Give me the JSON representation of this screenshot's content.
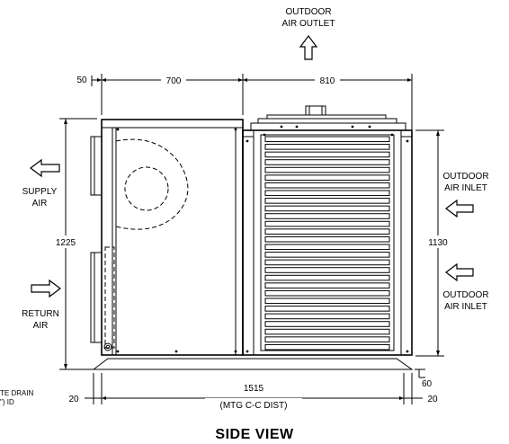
{
  "labels": {
    "outdoor_air_outlet_line1": "OUTDOOR",
    "outdoor_air_outlet_line2": "AIR OUTLET",
    "supply_air_line1": "SUPPLY",
    "supply_air_line2": "AIR",
    "return_air_line1": "RETURN",
    "return_air_line2": "AIR",
    "outdoor_air_inlet_upper_line1": "OUTDOOR",
    "outdoor_air_inlet_upper_line2": "AIR INLET",
    "outdoor_air_inlet_lower_line1": "OUTDOOR",
    "outdoor_air_inlet_lower_line2": "AIR INLET",
    "drain_note_line1": "TE DRAIN",
    "drain_note_line2": "\") ID",
    "title": "SIDE VIEW"
  },
  "dimensions": {
    "offset_top_left": "50",
    "width_left_section": "700",
    "width_right_section": "810",
    "height_overall": "1225",
    "height_coil": "1130",
    "base_height": "60",
    "mtg_distance": "1515",
    "mtg_distance_note": "(MTG C-C DIST)",
    "offset_left_bottom": "20",
    "offset_right_bottom": "20"
  },
  "louver_count": 28
}
